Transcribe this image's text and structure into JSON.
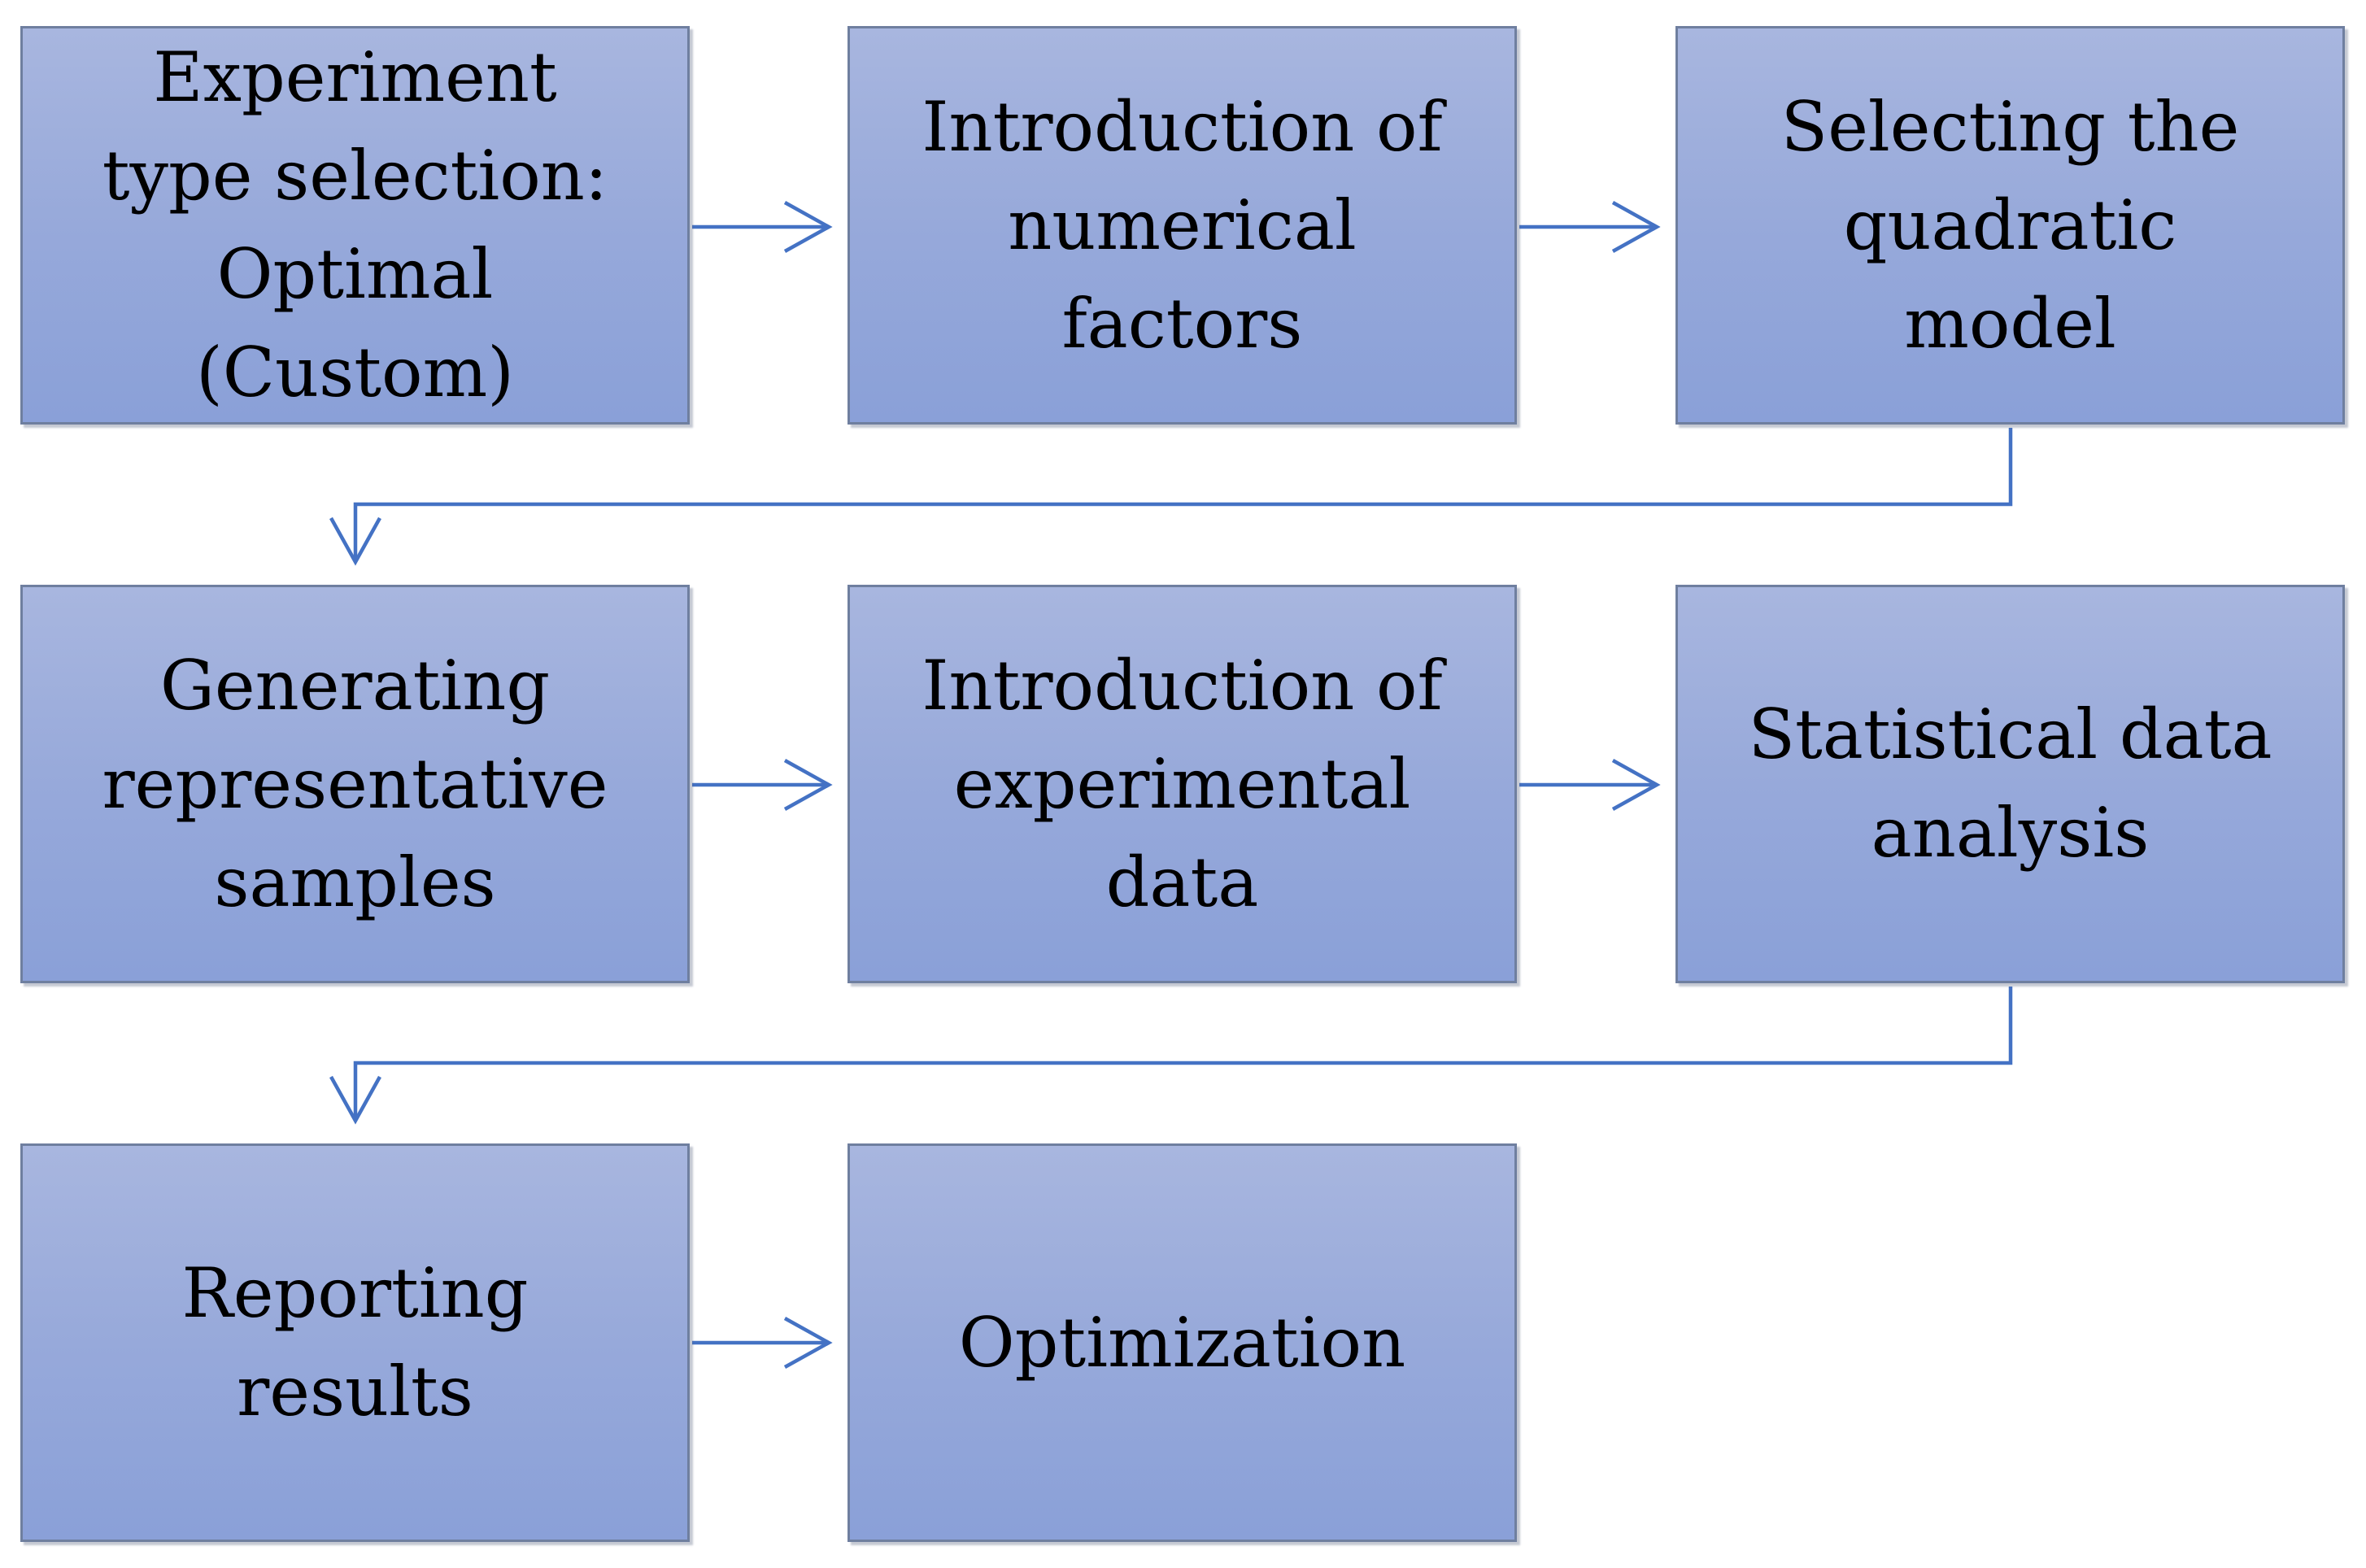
{
  "diagram": {
    "steps": [
      {
        "label": "Experiment\ntype selection:\nOptimal\n(Custom)"
      },
      {
        "label": "Introduction of\nnumerical\nfactors"
      },
      {
        "label": "Selecting the\nquadratic\nmodel"
      },
      {
        "label": "Generating\nrepresentative\nsamples"
      },
      {
        "label": "Introduction of\nexperimental\ndata"
      },
      {
        "label": "Statistical data\nanalysis"
      },
      {
        "label": "Reporting\nresults"
      },
      {
        "label": "Optimization"
      }
    ],
    "colors": {
      "box_fill_top": "#a8b6df",
      "box_fill_bottom": "#8aa0d8",
      "box_border": "#6f7f9f",
      "arrow": "#4472c4",
      "text": "#000000"
    }
  }
}
